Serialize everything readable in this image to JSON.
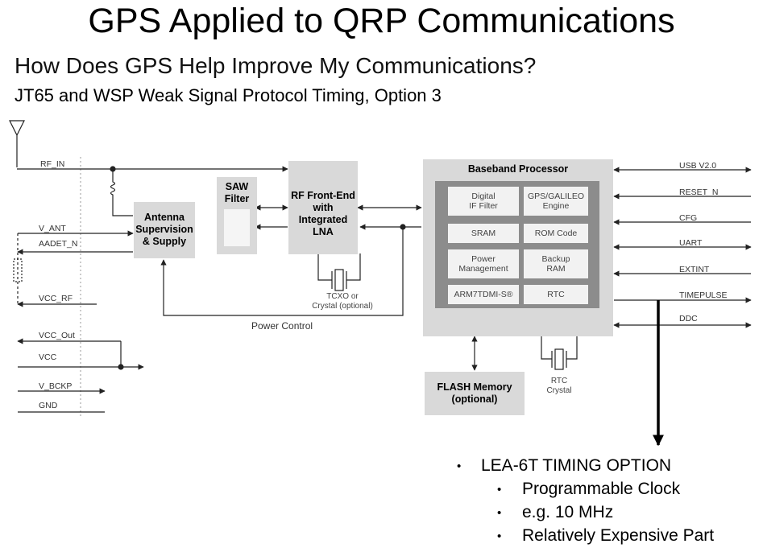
{
  "slide": {
    "title": "GPS Applied to QRP Communications",
    "subtitle": "How Does GPS Help Improve My Communications?",
    "subtitle2": "JT65 and WSP Weak Signal Protocol Timing, Option 3"
  },
  "diagram": {
    "blocks": {
      "antenna_supervision": [
        "Antenna",
        "Supervision",
        "& Supply"
      ],
      "saw_filter": [
        "SAW",
        "Filter"
      ],
      "rf_frontend": [
        "RF  Front-End",
        "with",
        "Integrated LNA"
      ],
      "baseband_title": "Baseband  Processor",
      "flash_memory": [
        "FLASH Memory",
        "(optional)"
      ]
    },
    "inner_blocks": {
      "digital_if": [
        "Digital",
        "IF Filter"
      ],
      "gps_engine": [
        "GPS/GALILEO",
        "Engine"
      ],
      "sram": "SRAM",
      "rom_code": "ROM Code",
      "power_mgmt": [
        "Power",
        "Management"
      ],
      "backup_ram": [
        "Backup",
        "RAM"
      ],
      "arm": "ARM7TDMI-S®",
      "rtc": "RTC"
    },
    "left_signals": [
      "RF_IN",
      "V_ANT",
      "AADET_N",
      "VCC_RF",
      "VCC_Out",
      "VCC",
      "V_BCKP",
      "GND"
    ],
    "right_signals": [
      "USB  V2.0",
      "RESET_N",
      "CFG",
      "UART",
      "EXTINT",
      "TIMEPULSE",
      "DDC"
    ],
    "tcxo_label": [
      "TCXO or",
      "Crystal (optional)"
    ],
    "rtc_crystal_label": [
      "RTC",
      "Crystal"
    ],
    "power_control": "Power Control"
  },
  "bullets": {
    "main": "LEA-6T TIMING OPTION",
    "sub": [
      "Programmable Clock",
      "e.g. 10 MHz",
      "Relatively Expensive Part"
    ]
  }
}
